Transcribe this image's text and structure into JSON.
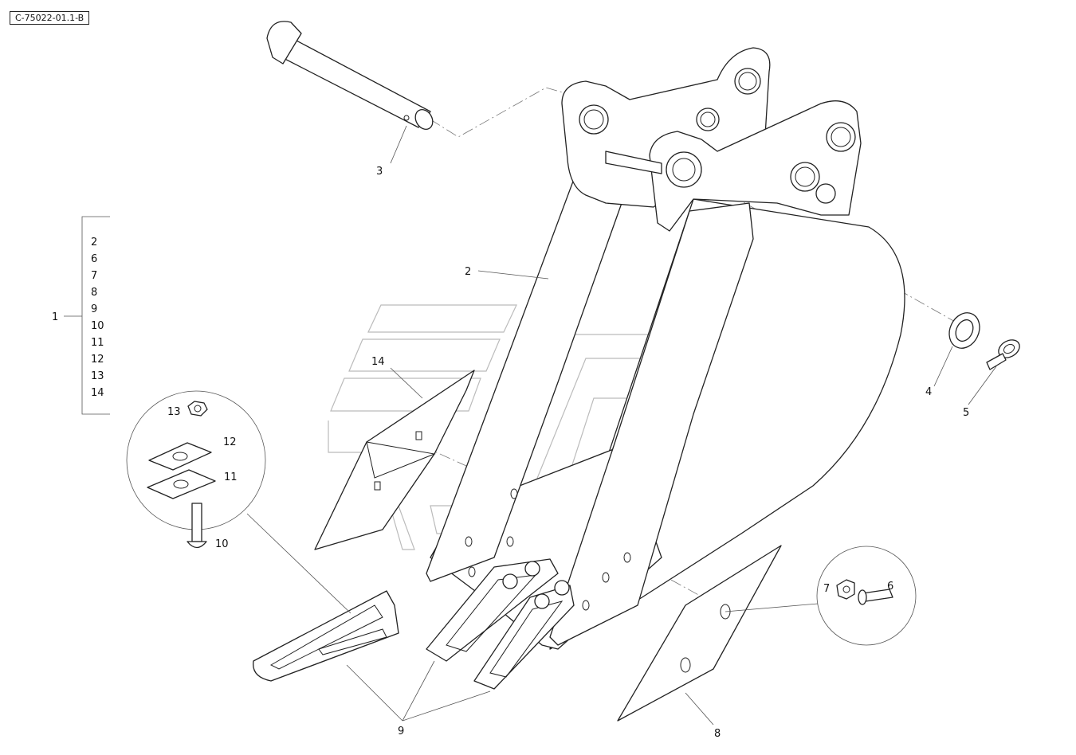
{
  "drawing_ref": "C-75022-01.1-B",
  "labels": {
    "p1": "1",
    "p2": "2",
    "p3": "3",
    "p4": "4",
    "p5": "5",
    "p6": "6",
    "p7": "7",
    "p8": "8",
    "p9": "9",
    "p10": "10",
    "p11": "11",
    "p12": "12",
    "p13": "13",
    "p14": "14"
  },
  "kit_list": [
    "2",
    "6",
    "7",
    "8",
    "9",
    "10",
    "11",
    "12",
    "13",
    "14"
  ]
}
